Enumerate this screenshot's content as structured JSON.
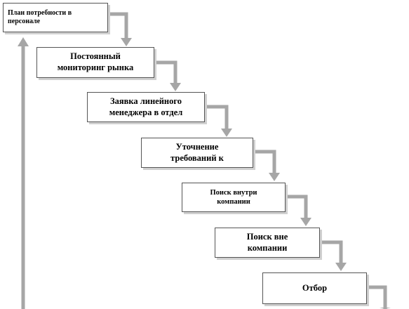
{
  "diagram": {
    "title": "",
    "steps": [
      {
        "id": "s1",
        "line1": "План потребности в",
        "line2": "персонале"
      },
      {
        "id": "s2",
        "line1": "Постоянный",
        "line2": "мониторинг рынка"
      },
      {
        "id": "s3",
        "line1": "Заявка линейного",
        "line2": "менеджера в отдел"
      },
      {
        "id": "s4",
        "line1": "Уточнение",
        "line2": "требований к"
      },
      {
        "id": "s5",
        "line1": "Поиск внутри",
        "line2": "компании"
      },
      {
        "id": "s6",
        "line1": "Поиск вне",
        "line2": "компании"
      },
      {
        "id": "s7",
        "line1": "Отбор",
        "line2": ""
      }
    ],
    "arrow_color": "#a6a6a6",
    "feedback_arrow": "return to first step"
  }
}
